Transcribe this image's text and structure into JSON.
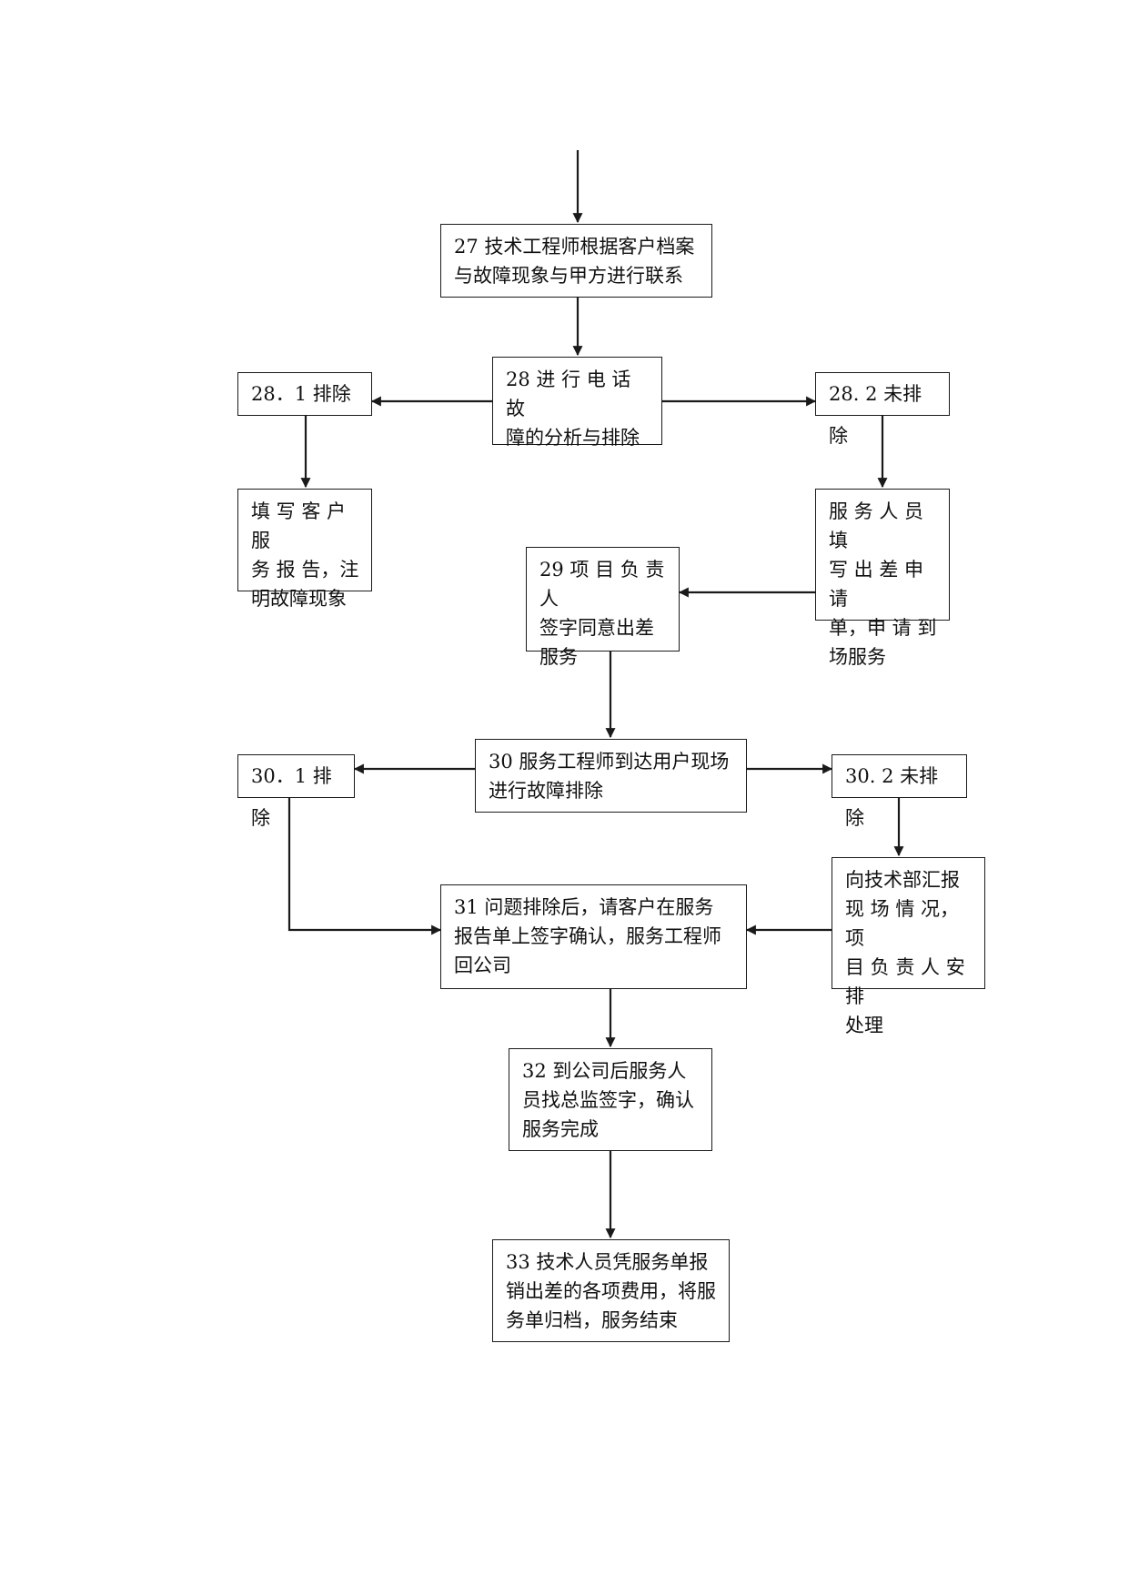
{
  "colors": {
    "stroke": "#1a1a1a",
    "text": "#111111",
    "background": "#ffffff"
  },
  "nodes": {
    "n27": "27 技术工程师根据客户档案\n与故障现象与甲方进行联系",
    "n28": "28 进 行 电 话 故\n障的分析与排除",
    "n28_1": "28．1 排除",
    "n28_2": "28. 2 未排除",
    "n28_1_note": "填 写 客 户 服\n务 报 告，注\n明故障现象",
    "n28_2_note": "服 务 人 员 填\n写 出 差 申 请\n单，申 请 到\n场服务",
    "n29": "29  项 目 负 责 人\n签字同意出差\n服务",
    "n30": "30  服务工程师到达用户现场\n进行故障排除",
    "n30_1": "30．1 排除",
    "n30_2": "30. 2 未排除",
    "n30_2_note": "向技术部汇报\n现 场 情 况，项\n目 负 责 人 安 排\n处理",
    "n31": "31  问题排除后，请客户在服务\n报告单上签字确认，服务工程师\n回公司",
    "n32": "32  到公司后服务人\n员找总监签字，确认\n服务完成",
    "n33": "33  技术人员凭服务单报\n销出差的各项费用，将服\n务单归档，服务结束"
  }
}
